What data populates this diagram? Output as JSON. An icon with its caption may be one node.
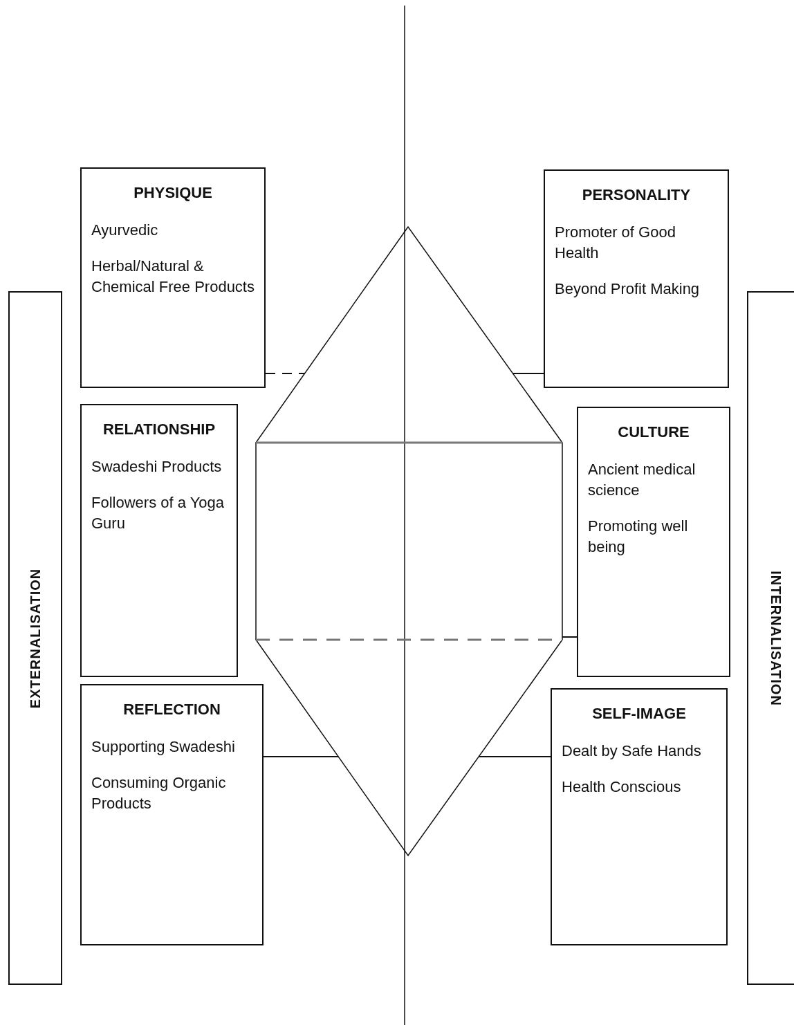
{
  "diagram": {
    "nodes": [
      {
        "text": [
          "PHYSIQUE",
          "Ayurvedic",
          "Herbal/Natural & Chemical Free Products"
        ]
      },
      {
        "text": [
          "PERSONALITY",
          "Promoter of Good Health",
          "Beyond Profit Making"
        ]
      },
      {
        "text": [
          "EXTERNALISATION"
        ]
      },
      {
        "text": [
          "RELATIONSHIP",
          "Swadeshi Products",
          "Followers of a Yoga Guru"
        ]
      },
      {
        "text": [
          "CULTURE",
          "Ancient medical science",
          "Promoting well being"
        ]
      },
      {
        "text": [
          "INTERNALISATION"
        ]
      },
      {
        "text": [
          "REFLECTION",
          "Supporting Swadeshi",
          "Consuming Organic Products"
        ]
      },
      {
        "text": [
          "SELF-IMAGE",
          "Dealt by Safe Hands",
          "Health Conscious"
        ]
      },
      {
        "text": [],
        "shape": "hexagon"
      }
    ],
    "edges": [
      {
        "from": 0,
        "to": 8,
        "arrow": "none",
        "style": "dashed"
      },
      {
        "from": 1,
        "to": 8,
        "arrow": "none"
      },
      {
        "from": 4,
        "to": 8,
        "arrow": "none"
      },
      {
        "from": 6,
        "to": 8,
        "arrow": "none"
      },
      {
        "from": 7,
        "to": 8,
        "arrow": "none"
      }
    ]
  }
}
